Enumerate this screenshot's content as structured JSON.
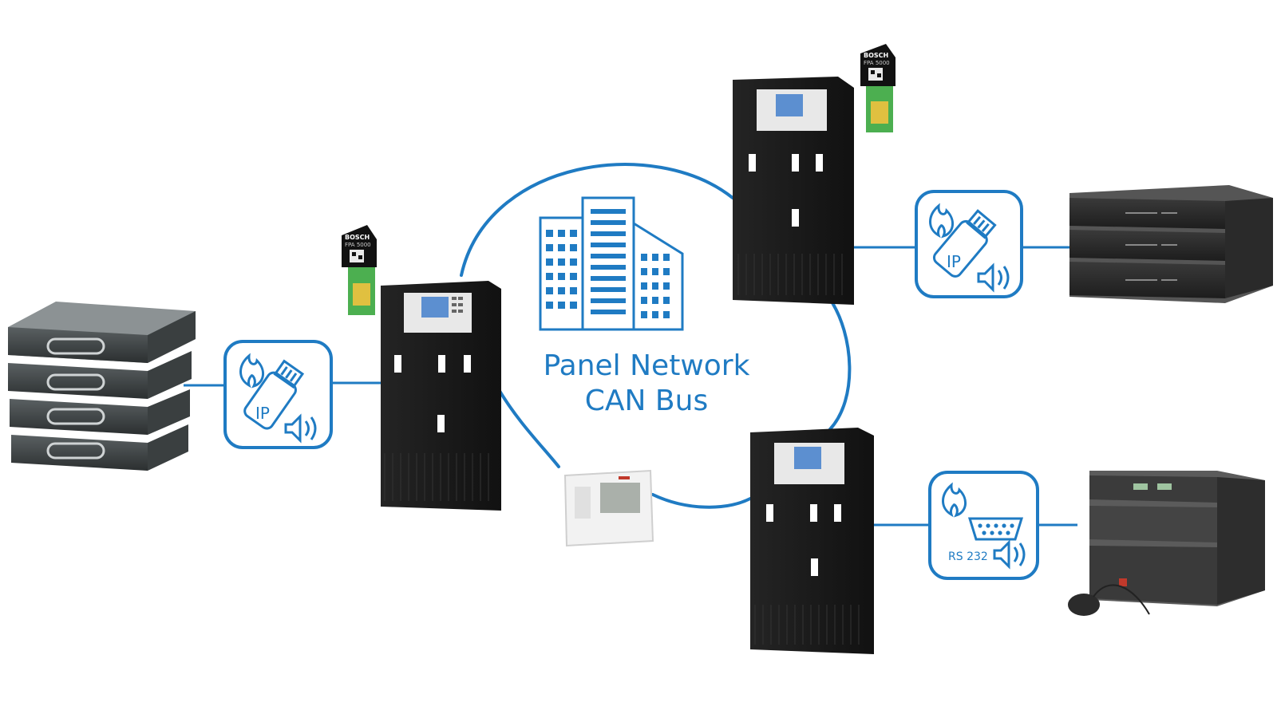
{
  "network": {
    "line1": "Panel Network",
    "line2": "CAN Bus"
  },
  "interfaces": {
    "left": {
      "protocol": "IP"
    },
    "top_right": {
      "protocol": "IP"
    },
    "bottom_right": {
      "protocol": "RS 232"
    }
  },
  "brand": "BOSCH",
  "license_key_text": "FPA 5000",
  "colors": {
    "accent": "#1f7bc3",
    "panel": "#1a1a1a",
    "device_dark": "#2b2b2b"
  },
  "icons": [
    "fire-icon",
    "usb-stick-icon",
    "speaker-icon",
    "serial-port-icon",
    "building-icon"
  ]
}
